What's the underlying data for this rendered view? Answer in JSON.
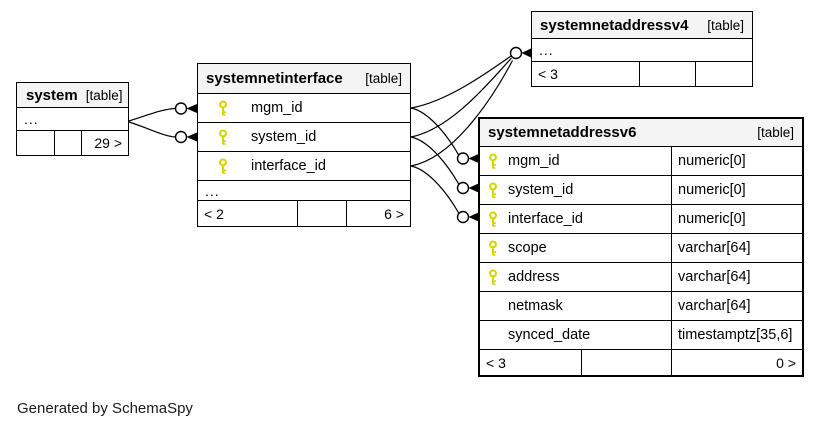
{
  "note": "Generated by SchemaSpy",
  "colors": {
    "key_icon": "#d6d600",
    "border": "#000000",
    "header_bg": "#f4f4f4",
    "edge": "#000000"
  },
  "tables": {
    "system": {
      "name": "system",
      "tag": "[table]",
      "collapsed": "...",
      "footer": {
        "left": "",
        "mid": "",
        "right": "29 >"
      }
    },
    "systemnetinterface": {
      "name": "systemnetinterface",
      "tag": "[table]",
      "columns": [
        {
          "name": "mgm_id",
          "key": true
        },
        {
          "name": "system_id",
          "key": true
        },
        {
          "name": "interface_id",
          "key": true
        }
      ],
      "collapsed": "...",
      "footer": {
        "left": "< 2",
        "mid": "",
        "right": "6 >"
      }
    },
    "systemnetaddressv4": {
      "name": "systemnetaddressv4",
      "tag": "[table]",
      "collapsed": "...",
      "footer": {
        "left": "< 3",
        "mid": "",
        "right": ""
      }
    },
    "systemnetaddressv6": {
      "name": "systemnetaddressv6",
      "tag": "[table]",
      "columns": [
        {
          "name": "mgm_id",
          "type": "numeric[0]",
          "key": true
        },
        {
          "name": "system_id",
          "type": "numeric[0]",
          "key": true
        },
        {
          "name": "interface_id",
          "type": "numeric[0]",
          "key": true
        },
        {
          "name": "scope",
          "type": "varchar[64]",
          "key": true
        },
        {
          "name": "address",
          "type": "varchar[64]",
          "key": true
        },
        {
          "name": "netmask",
          "type": "varchar[64]",
          "key": false
        },
        {
          "name": "synced_date",
          "type": "timestamptz[35,6]",
          "key": false
        }
      ],
      "footer": {
        "left": "< 3",
        "mid": "",
        "right": "0 >"
      }
    }
  }
}
